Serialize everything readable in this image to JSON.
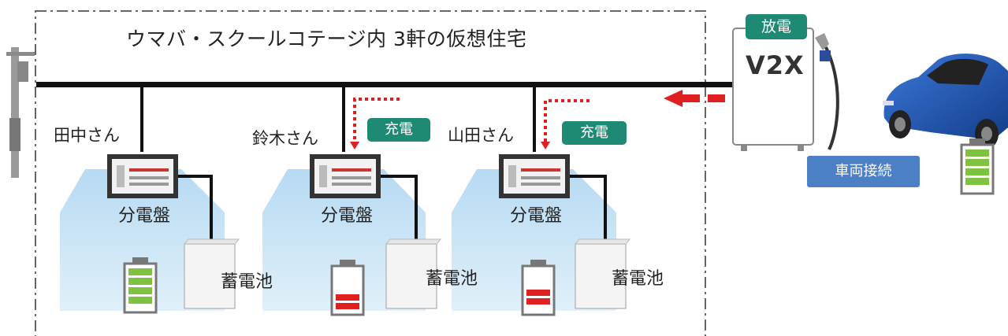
{
  "diagram": {
    "title": "ウマバ・スクールコテージ内  3軒の仮想住宅",
    "houses": [
      {
        "name": "田中さん",
        "panel_label": "分電盤",
        "battery_label": "蓄電池",
        "battery_state": "full",
        "charging": false
      },
      {
        "name": "鈴木さん",
        "panel_label": "分電盤",
        "battery_label": "蓄電池",
        "battery_state": "low",
        "charging": true,
        "charge_label": "充電"
      },
      {
        "name": "山田さん",
        "panel_label": "分電盤",
        "battery_label": "蓄電池",
        "battery_state": "low",
        "charging": true,
        "charge_label": "充電"
      }
    ],
    "v2x": {
      "label": "V2X",
      "discharge_label": "放電"
    },
    "vehicle": {
      "connect_label": "車両接続",
      "battery_state": "full"
    },
    "colors": {
      "charge_badge": "#1f8a74",
      "vehicle_badge": "#4d7fc4",
      "arrow": "#e02020",
      "battery_full": "#7fc241",
      "battery_low": "#e02020",
      "house": "#b9dcf2",
      "car": "#1e55b5"
    }
  }
}
